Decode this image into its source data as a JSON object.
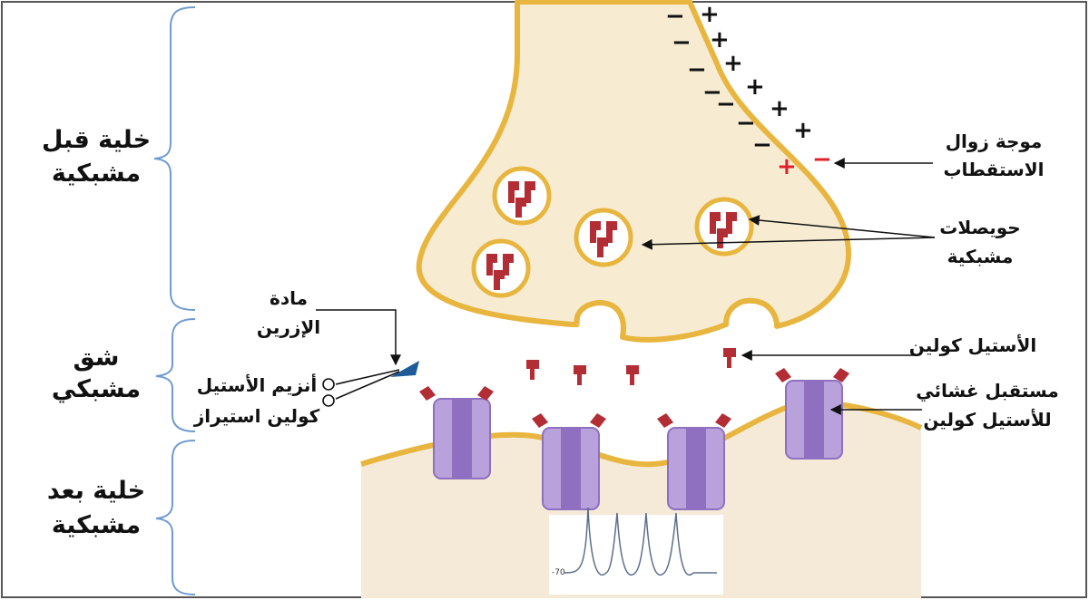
{
  "sections": {
    "presynaptic": [
      "خلية قبل",
      "مشبكية"
    ],
    "cleft": [
      "شق",
      "مشبكي"
    ],
    "postsynaptic": [
      "خلية بعد",
      "مشبكية"
    ]
  },
  "annotations": {
    "depolarization_wave": [
      "موجة زوال",
      "الاستقطاب"
    ],
    "synaptic_vesicles": [
      "حويصلات",
      "مشبكية"
    ],
    "acetylcholine": "الأستيل كولين",
    "membrane_receptor": [
      "مستقبل غشائي",
      "للأستيل كولين"
    ],
    "sarin": [
      "مادة",
      "الإزرين"
    ],
    "acetylcholinesterase": [
      "أنزيم الأستيل",
      "كولين استيراز"
    ]
  },
  "membrane_signs": {
    "minus": "−",
    "plus": "+"
  },
  "trace_label": "-70",
  "colors": {
    "membrane": "#e8b53f",
    "cytoplasm": "#f7ecd2",
    "postsynaptic_fill": "#f4ead7",
    "molecule": "#b32d35",
    "receptor": "#b9a2db",
    "receptor_dark": "#8f6fc0",
    "sarin": "#1f5b96"
  }
}
